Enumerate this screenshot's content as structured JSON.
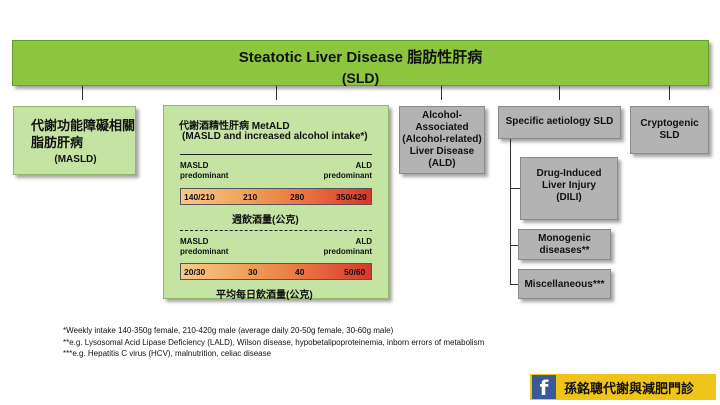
{
  "top": {
    "title": "Steatotic Liver Disease 脂肪性肝病",
    "abbr": "(SLD)"
  },
  "masld": {
    "zh_line1": "代謝功能障礙相關",
    "zh_line2": "脂肪肝病",
    "en": "(MASLD)"
  },
  "metald": {
    "title": "代謝酒精性肝病  MetALD",
    "subtitle": "(MASLD and increased alcohol intake*)",
    "weekly": {
      "left_label_1": "MASLD",
      "left_label_2": "predominant",
      "right_label_1": "ALD",
      "right_label_2": "predominant",
      "values": [
        "140/210",
        "210",
        "280",
        "350/420"
      ],
      "unit": "週飲酒量(公克)"
    },
    "daily": {
      "left_label_1": "MASLD",
      "left_label_2": "predominant",
      "right_label_1": "ALD",
      "right_label_2": "predominant",
      "values": [
        "20/30",
        "30",
        "40",
        "50/60"
      ],
      "unit": "平均每日飲酒量(公克)"
    }
  },
  "ald": {
    "l1": "Alcohol-",
    "l2": "Associated",
    "l3": "(Alcohol-related)",
    "l4": "Liver Disease",
    "l5": "(ALD)"
  },
  "specific": {
    "label": "Specific aetiology SLD"
  },
  "cryptogenic": {
    "l1": "Cryptogenic",
    "l2": "SLD"
  },
  "dili": {
    "l1": "Drug-Induced",
    "l2": "Liver Injury",
    "l3": "(DILI)"
  },
  "monogenic": {
    "l1": "Monogenic",
    "l2": "diseases**"
  },
  "misc": {
    "label": "Miscellaneous***"
  },
  "notes": [
    "*Weekly intake 140-350g female, 210-420g male (average daily 20-50g female, 30-60g male)",
    "**e.g. Lysosomal Acid Lipase Deficiency (LALD), Wilson disease, hypobetalipoproteinemia, inborn errors of metabolism",
    "***e.g. Hepatitis C virus (HCV), malnutrition, celiac disease"
  ],
  "banner": {
    "icon": "facebook-icon",
    "icon_glyph": "f",
    "text": "孫銘聰代謝與減肥門診"
  },
  "colors": {
    "top_green": "#8cc63f",
    "light_green": "#c5e3a3",
    "grey": "#b3b3b3",
    "gradient_start": "#f7c98a",
    "gradient_end": "#d7372d",
    "banner_yellow": "#f0c419",
    "facebook_blue": "#3b5998"
  }
}
